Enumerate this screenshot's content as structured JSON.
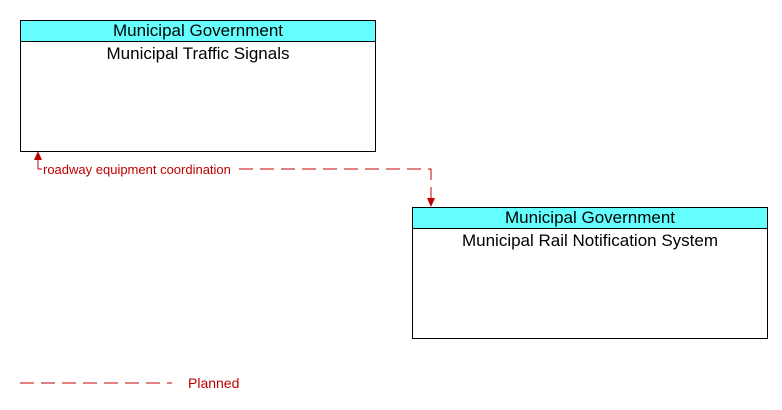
{
  "colors": {
    "header_fill": "#66ffff",
    "planned_flow": "#c00000",
    "border": "#000000"
  },
  "nodes": [
    {
      "id": "municipal-traffic-signals",
      "owner": "Municipal Government",
      "name": "Municipal Traffic Signals"
    },
    {
      "id": "municipal-rail-notification-system",
      "owner": "Municipal Government",
      "name": "Municipal Rail Notification System"
    }
  ],
  "flows": [
    {
      "label": "roadway equipment coordination",
      "from": "municipal-rail-notification-system",
      "to": "municipal-traffic-signals",
      "status": "Planned",
      "bidirectional": true
    }
  ],
  "legend": {
    "planned_label": "Planned"
  }
}
